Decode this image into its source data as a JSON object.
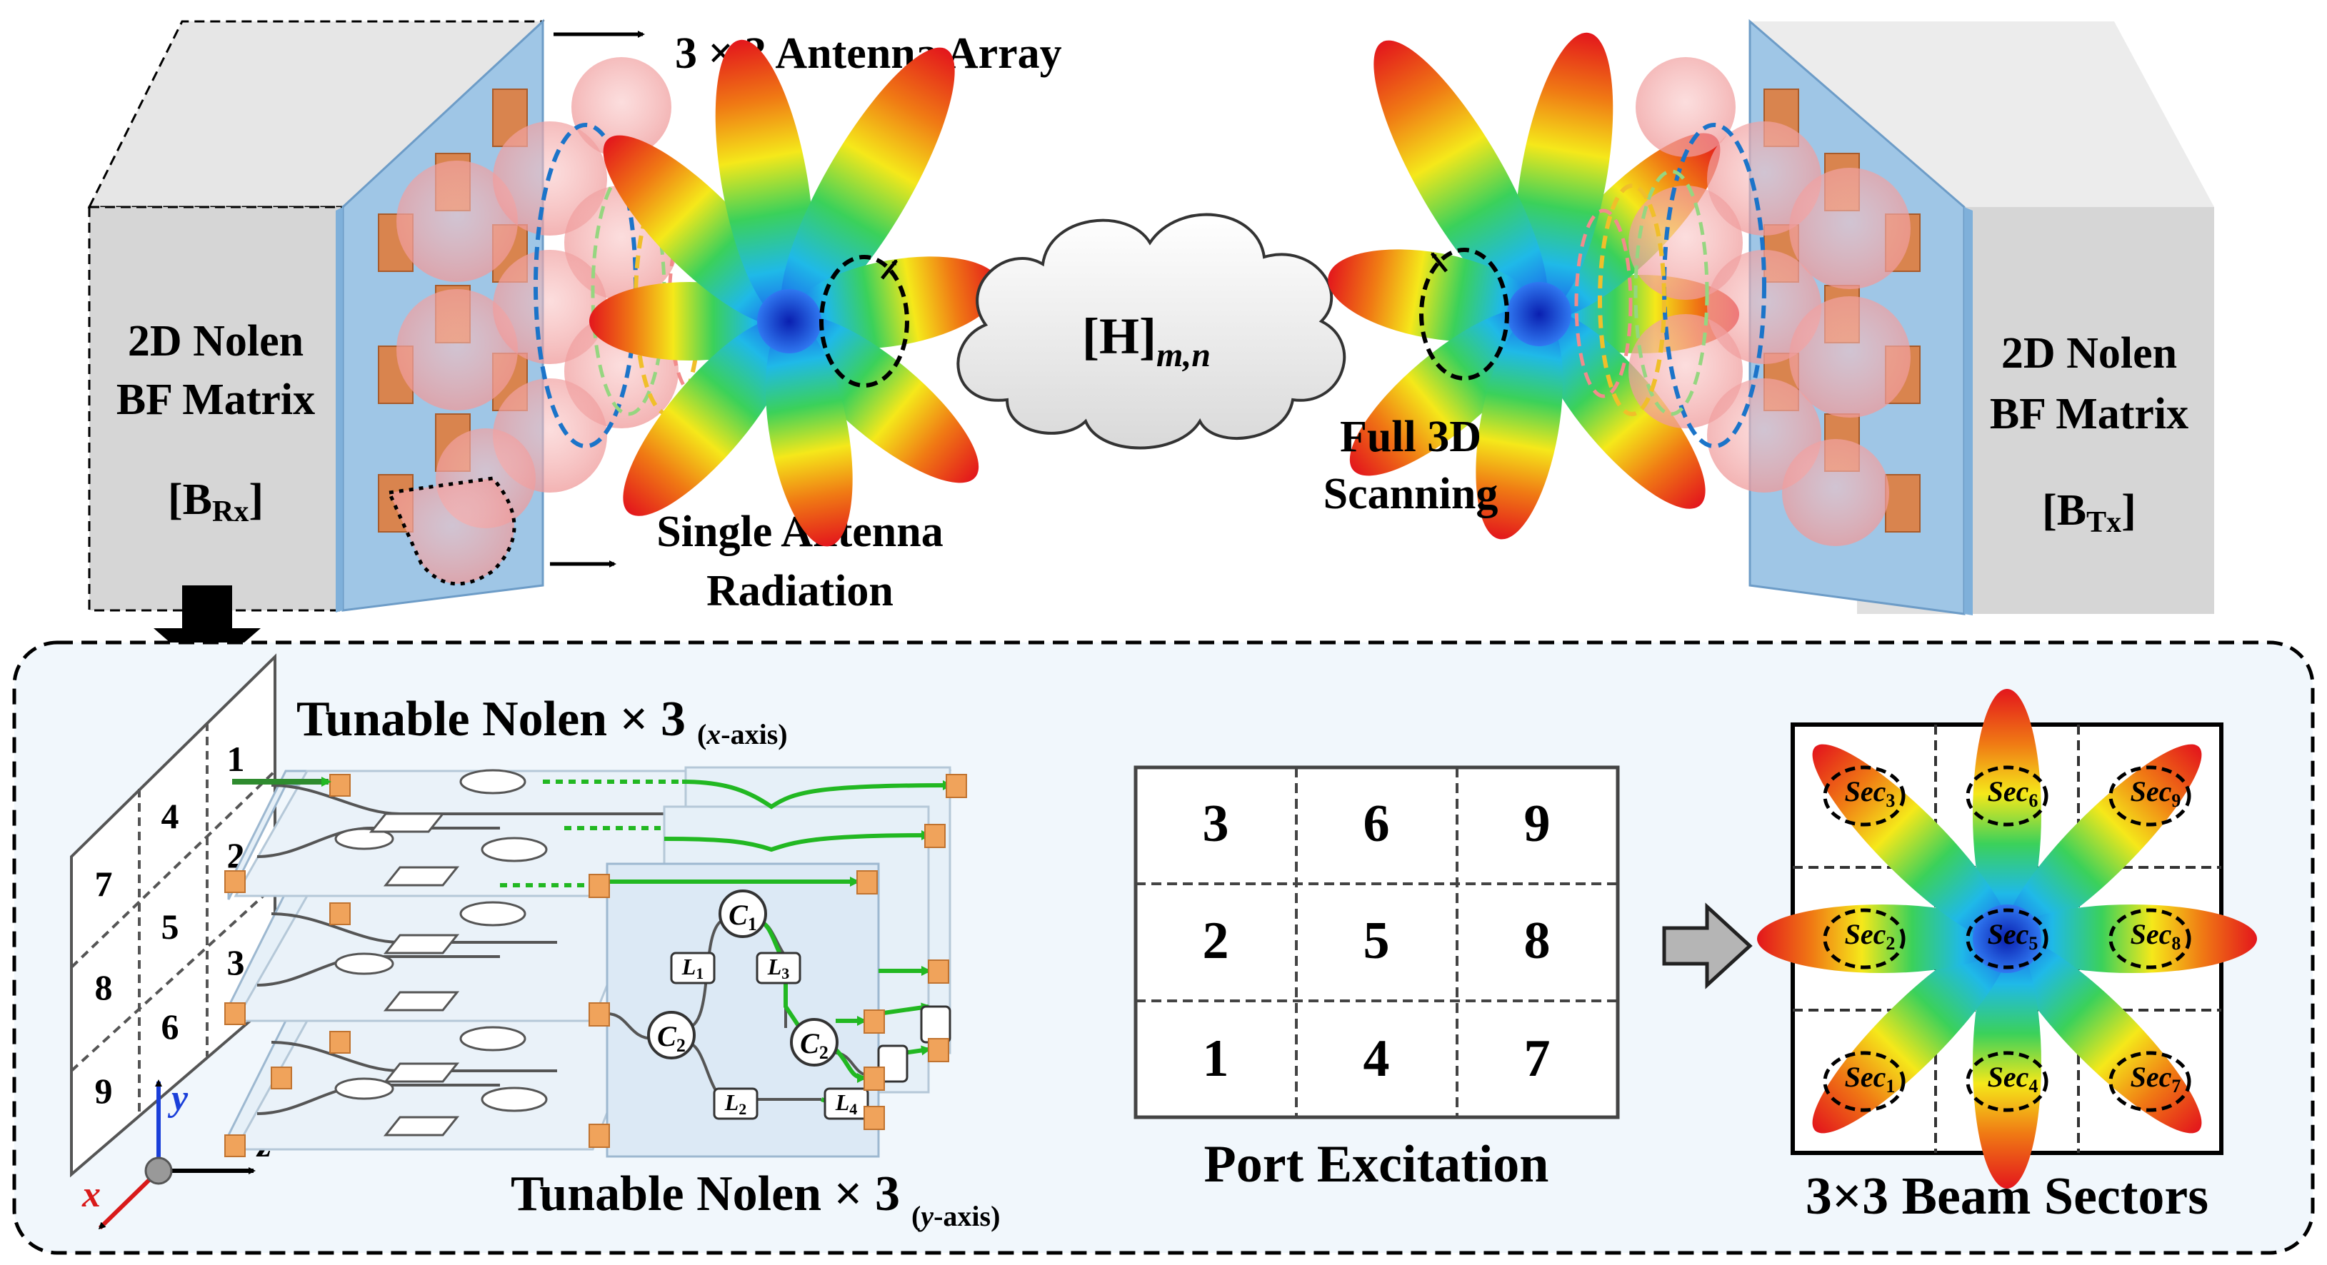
{
  "top": {
    "antenna_array_label": "3 × 3 Antenna Array",
    "rx_box": {
      "line1": "2D Nolen",
      "line2": "BF Matrix",
      "matrix_base": "[B",
      "matrix_sub": "Rx",
      "matrix_close": "]"
    },
    "tx_box": {
      "line1": "2D Nolen",
      "line2": "BF Matrix",
      "matrix_base": "[B",
      "matrix_sub": "Tx",
      "matrix_close": "]"
    },
    "channel": {
      "base": "[H]",
      "sub": "m,n"
    },
    "single_antenna": {
      "line1": "Single Antenna",
      "line2": "Radiation"
    },
    "scanning": {
      "line1": "Full 3D",
      "line2": "Scanning"
    }
  },
  "bottom": {
    "tunable_x": {
      "text": "Tunable Nolen × 3",
      "sub_open": "(",
      "sub_axis": "x",
      "sub_rest": "-axis)"
    },
    "tunable_y": {
      "text": "Tunable Nolen × 3",
      "sub_open": "(",
      "sub_axis": "y",
      "sub_rest": "-axis)"
    },
    "panel_ports": [
      "1",
      "2",
      "3",
      "4",
      "5",
      "6",
      "7",
      "8",
      "9"
    ],
    "axes": {
      "x": "x",
      "y": "y",
      "z": "z"
    },
    "circuit": {
      "couplers": [
        {
          "base": "C",
          "sub": "1"
        },
        {
          "base": "C",
          "sub": "2"
        },
        {
          "base": "C",
          "sub": "2"
        }
      ],
      "lines": [
        {
          "base": "L",
          "sub": "1"
        },
        {
          "base": "L",
          "sub": "3"
        },
        {
          "base": "L",
          "sub": "2"
        },
        {
          "base": "L",
          "sub": "4"
        }
      ]
    },
    "port_excitation": {
      "title": "Port Excitation",
      "grid": [
        [
          "3",
          "6",
          "9"
        ],
        [
          "2",
          "5",
          "8"
        ],
        [
          "1",
          "4",
          "7"
        ]
      ]
    },
    "beam_sectors": {
      "title": "3×3 Beam Sectors",
      "sector_base": "Sec",
      "grid": [
        [
          "3",
          "6",
          "9"
        ],
        [
          "2",
          "5",
          "8"
        ],
        [
          "1",
          "4",
          "7"
        ]
      ]
    }
  },
  "colors": {
    "lobe_red": "#e3161c",
    "lobe_yellow": "#f5e81a",
    "lobe_green": "#3bd15a",
    "lobe_blue": "#1a56e8",
    "panel_blue": "#9fc6e6",
    "patch_orange": "#d9844e",
    "box_gray": "#d6d6d6",
    "green_signal": "#22b822",
    "bottom_bg": "#f1f7fc"
  }
}
